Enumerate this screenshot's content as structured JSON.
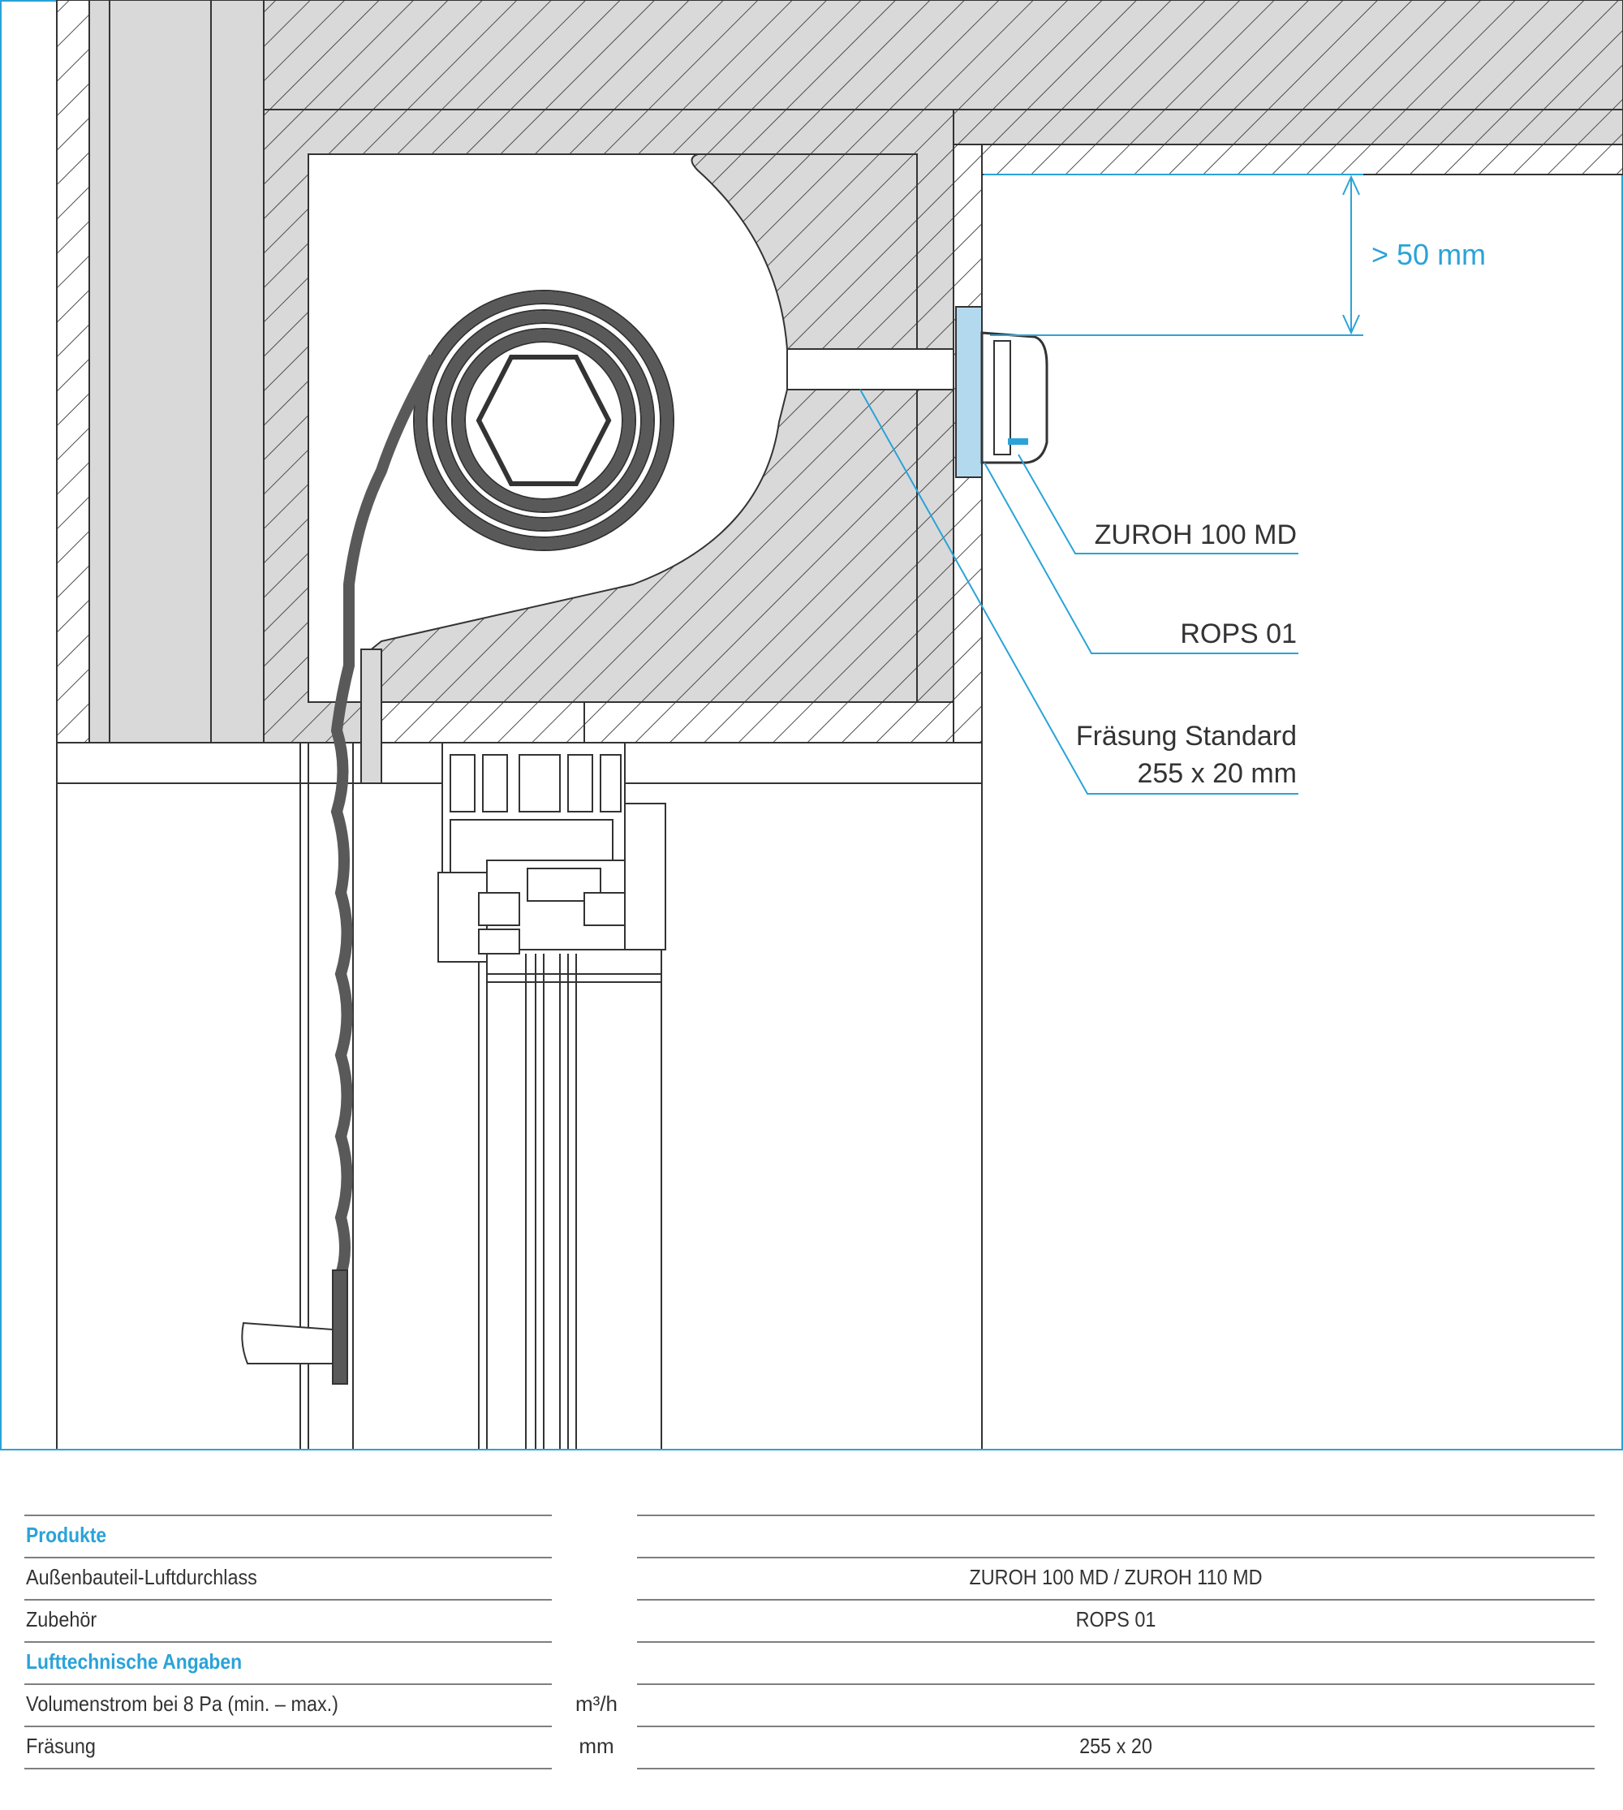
{
  "drawing": {
    "labels": {
      "dimension": "> 50 mm",
      "product": "ZUROH 100 MD",
      "accessory": "ROPS 01",
      "milling_line1": "Fräsung Standard",
      "milling_line2": "255 x 20 mm"
    },
    "colors": {
      "accent": "#2aa3d8",
      "frame": "#2aa3d8",
      "section_fill": "#d9d9d9",
      "line": "#333333",
      "chain": "#595959"
    }
  },
  "table": {
    "sections": [
      {
        "title": "Produkte",
        "rows": [
          {
            "label": "Außenbauteil-Luftdurchlass",
            "unit": "",
            "value": "ZUROH 100 MD / ZUROH 110 MD"
          },
          {
            "label": "Zubehör",
            "unit": "",
            "value": "ROPS 01"
          }
        ]
      },
      {
        "title": "Lufttechnische Angaben",
        "rows": [
          {
            "label": "Volumenstrom bei 8 Pa (min. – max.)",
            "unit": "m³/h",
            "value": ""
          },
          {
            "label": "Fräsung",
            "unit": "mm",
            "value": "255 x 20"
          }
        ]
      }
    ]
  }
}
